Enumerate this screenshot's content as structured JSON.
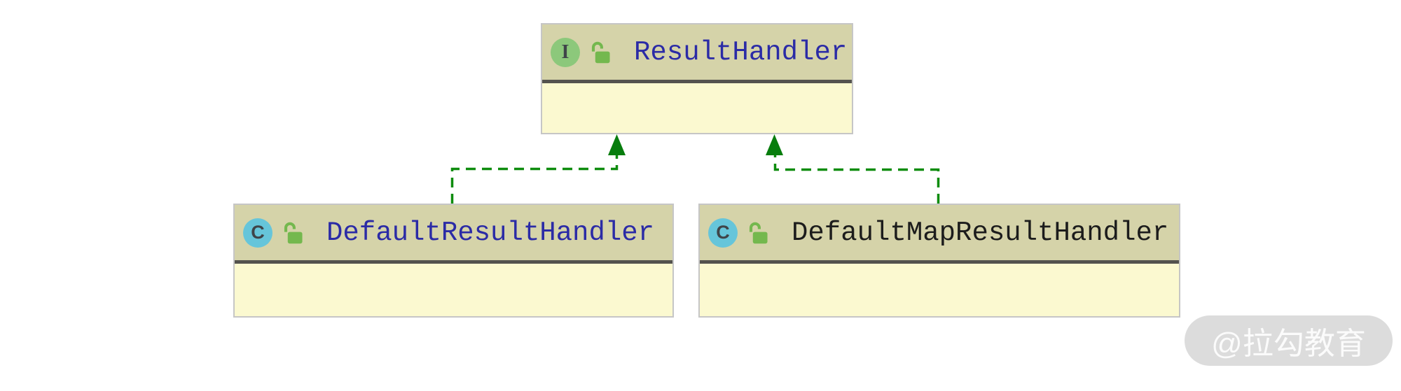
{
  "diagram": {
    "type": "uml-class-diagram",
    "nodes": [
      {
        "name": "ResultHandler",
        "kind": "interface",
        "icon_letter": "I",
        "lock_state": "unlocked",
        "name_color": "#2b2ba6"
      },
      {
        "name": "DefaultResultHandler",
        "kind": "class",
        "icon_letter": "C",
        "lock_state": "unlocked",
        "name_color": "#2b2ba6"
      },
      {
        "name": "DefaultMapResultHandler",
        "kind": "class",
        "icon_letter": "C",
        "lock_state": "unlocked",
        "name_color": "#1c1c1c"
      }
    ],
    "edges": [
      {
        "from": "DefaultResultHandler",
        "to": "ResultHandler",
        "type": "implements",
        "line_style": "dashed",
        "color": "#0e8c0e"
      },
      {
        "from": "DefaultMapResultHandler",
        "to": "ResultHandler",
        "type": "implements",
        "line_style": "dashed",
        "color": "#0e8c0e"
      }
    ],
    "colors": {
      "node_header_bg": "#d5d3a9",
      "node_body_bg": "#fbf9d0",
      "node_border": "#c6c6c6",
      "node_separator": "#54534e",
      "interface_icon_bg": "#8cc87b",
      "class_icon_bg": "#66c5da",
      "icon_letter_color": "#3f4449",
      "lock_icon_color": "#74b84e",
      "edge_line": "#0e8c0e",
      "edge_arrow": "#077d0d"
    }
  },
  "watermark": {
    "text": "@拉勾教育",
    "bg_color": "#dcdcdc",
    "text_color": "#fbfbfb"
  }
}
